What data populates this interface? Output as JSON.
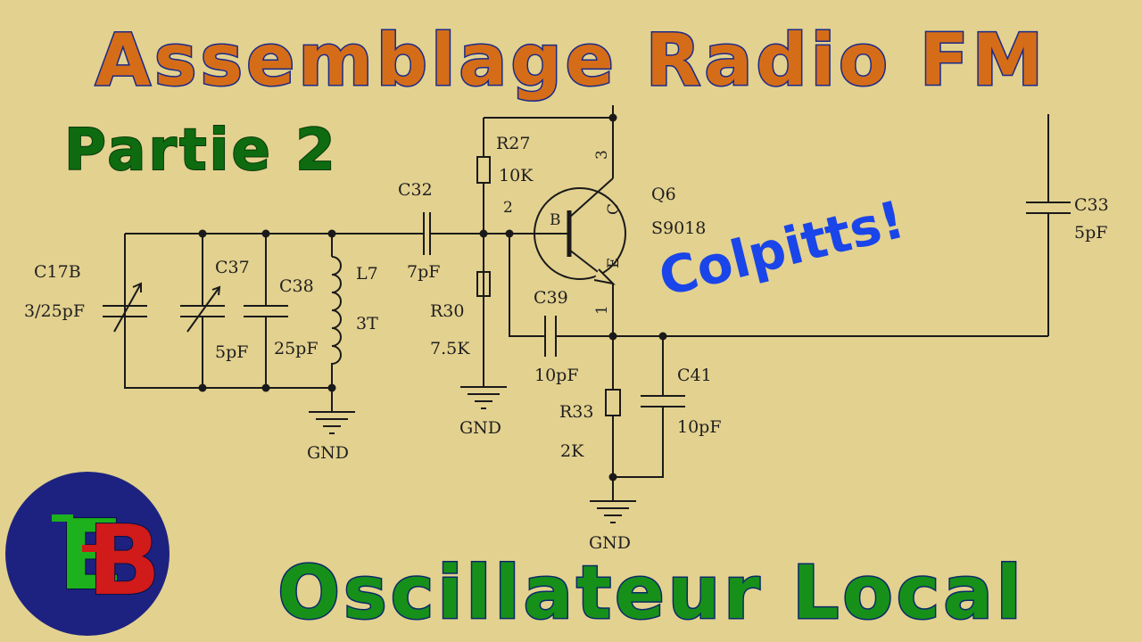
{
  "title": "Assemblage Radio FM",
  "subtitle": "Partie 2",
  "footer": "Oscillateur Local",
  "annotation": "Colpitts!",
  "logo": {
    "letters": "EB",
    "colors": {
      "ring": "#1d2280",
      "green": "#1db21d",
      "red": "#d11a1a"
    }
  },
  "colors": {
    "background": "#e3d18f",
    "title_fill": "#d56d18",
    "title_stroke": "#1a2a8a",
    "subtitle_fill": "#0e6b10",
    "footer_fill": "#17901a",
    "annotation": "#1a45e8",
    "ink": "#1a1a1a"
  },
  "schematic": {
    "components": [
      {
        "ref": "C17B",
        "value": "3/25pF"
      },
      {
        "ref": "C37",
        "value": "5pF"
      },
      {
        "ref": "C38",
        "value": "25pF"
      },
      {
        "ref": "L7",
        "value": "3T"
      },
      {
        "ref": "C32",
        "value": "7pF"
      },
      {
        "ref": "R27",
        "value": "10K"
      },
      {
        "ref": "R30",
        "value": "7.5K"
      },
      {
        "ref": "Q6",
        "value": "S9018"
      },
      {
        "ref": "C39",
        "value": "10pF"
      },
      {
        "ref": "R33",
        "value": "2K"
      },
      {
        "ref": "C41",
        "value": "10pF"
      },
      {
        "ref": "C33",
        "value": "5pF"
      }
    ],
    "transistor_pins": {
      "base": "B",
      "collector": "C",
      "emitter": "E"
    },
    "pin_numbers": {
      "base": "2",
      "collector": "3",
      "emitter": "1"
    },
    "ground_label": "GND"
  }
}
